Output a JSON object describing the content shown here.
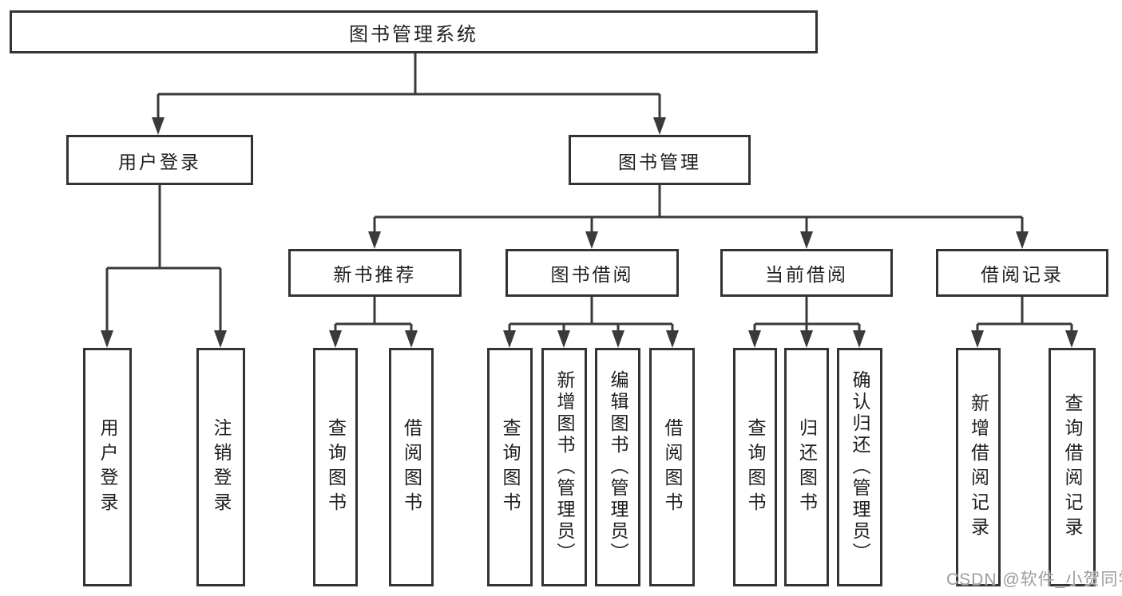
{
  "tree": {
    "root": {
      "label": "图书管理系统"
    },
    "branches": [
      {
        "label": "用户登录",
        "children": [
          {
            "label": "用户登录"
          },
          {
            "label": "注销登录"
          }
        ]
      },
      {
        "label": "图书管理",
        "children": [
          {
            "label": "新书推荐",
            "children": [
              {
                "label": "查询图书"
              },
              {
                "label": "借阅图书"
              }
            ]
          },
          {
            "label": "图书借阅",
            "children": [
              {
                "label": "查询图书"
              },
              {
                "label": "新增图书（管理员）"
              },
              {
                "label": "编辑图书（管理员）"
              },
              {
                "label": "借阅图书"
              }
            ]
          },
          {
            "label": "当前借阅",
            "children": [
              {
                "label": "查询图书"
              },
              {
                "label": "归还图书"
              },
              {
                "label": "确认归还（管理员）"
              }
            ]
          },
          {
            "label": "借阅记录",
            "children": [
              {
                "label": "新增借阅记录"
              },
              {
                "label": "查询借阅记录"
              }
            ]
          }
        ]
      }
    ]
  },
  "watermark": "CSDN @软件_小贺同学",
  "colors": {
    "line": "#3a3a3a",
    "box_border": "#333333",
    "text": "#1f1f1f",
    "background": "#ffffff",
    "watermark": "#9c9c9c"
  }
}
